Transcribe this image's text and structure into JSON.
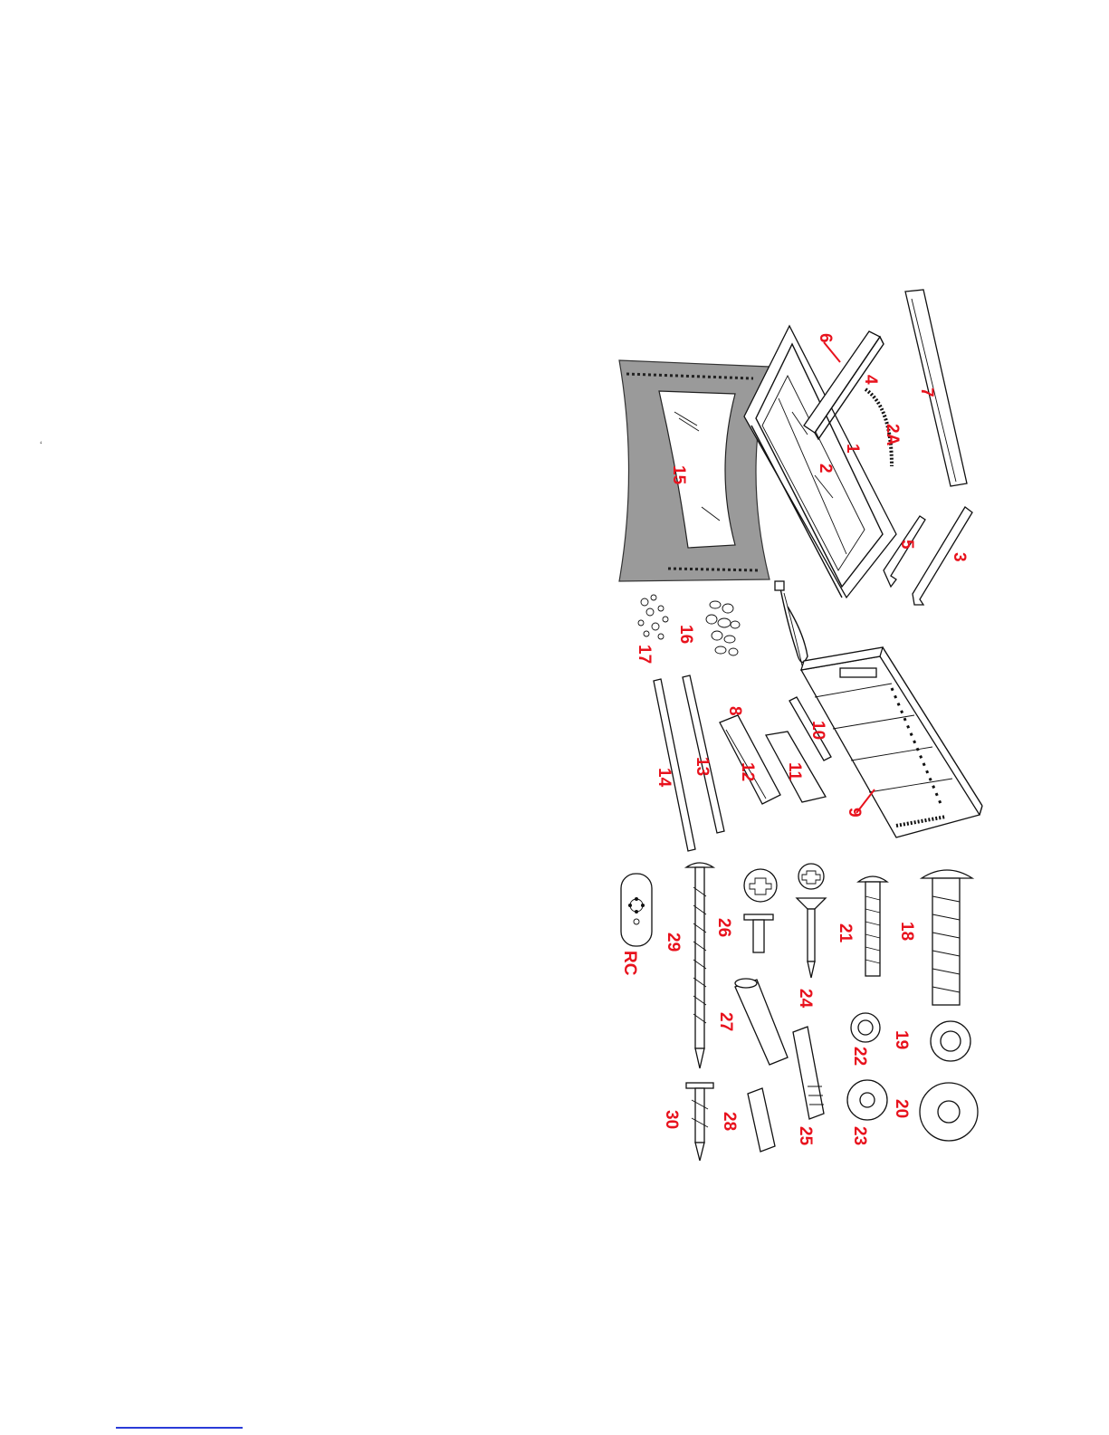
{
  "stray_mark": "‘",
  "labels": {
    "p1": "1",
    "p2": "2",
    "p2a": "2A",
    "p3": "3",
    "p4": "4",
    "p5": "5",
    "p6": "6",
    "p7": "7",
    "p8": "8",
    "p9": "9",
    "p10": "10",
    "p11": "11",
    "p12": "12",
    "p13": "13",
    "p14": "14",
    "p15": "15",
    "p16": "16",
    "p17": "17",
    "p18": "18",
    "p19": "19",
    "p20": "20",
    "p21": "21",
    "p22": "22",
    "p23": "23",
    "p24": "24",
    "p25": "25",
    "p26": "26",
    "p27": "27",
    "p28": "28",
    "p29": "29",
    "p30": "30",
    "rc": "RC"
  },
  "colors": {
    "label": "#e8121d",
    "line": "#111111",
    "glass": "#9a9a9a",
    "link": "#2a3bd8"
  }
}
